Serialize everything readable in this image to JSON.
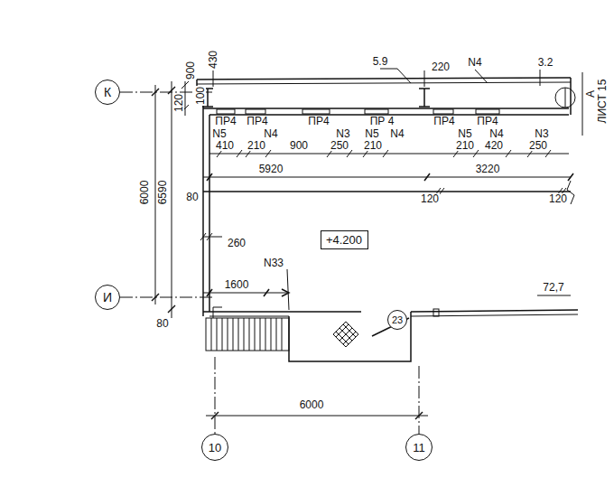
{
  "diagram": {
    "nodes": [
      {
        "text": [
          "К"
        ]
      },
      {
        "text": [
          "И"
        ]
      },
      {
        "text": [
          "+4.200"
        ]
      },
      {
        "text": [
          "23"
        ]
      },
      {
        "text": [
          "10"
        ]
      },
      {
        "text": [
          "11"
        ]
      }
    ],
    "labels": [
      "430",
      "5.9",
      "220",
      "N4",
      "3.2",
      "900",
      "100",
      "120",
      "ПР4",
      "ПР4",
      "ПР4",
      "ПР 4",
      "ПР4",
      "ПР4",
      "А",
      "ЛИСТ 15",
      "N5",
      "N4",
      "N3",
      "N5",
      "N4",
      "N5",
      "N4",
      "N3",
      "410",
      "210",
      "900",
      "250",
      "210",
      "210",
      "420",
      "250",
      "6000",
      "6590",
      "5920",
      "3220",
      "80",
      "120",
      "120",
      "260",
      "N33",
      "1600",
      "72,7",
      "80",
      "6000"
    ]
  }
}
